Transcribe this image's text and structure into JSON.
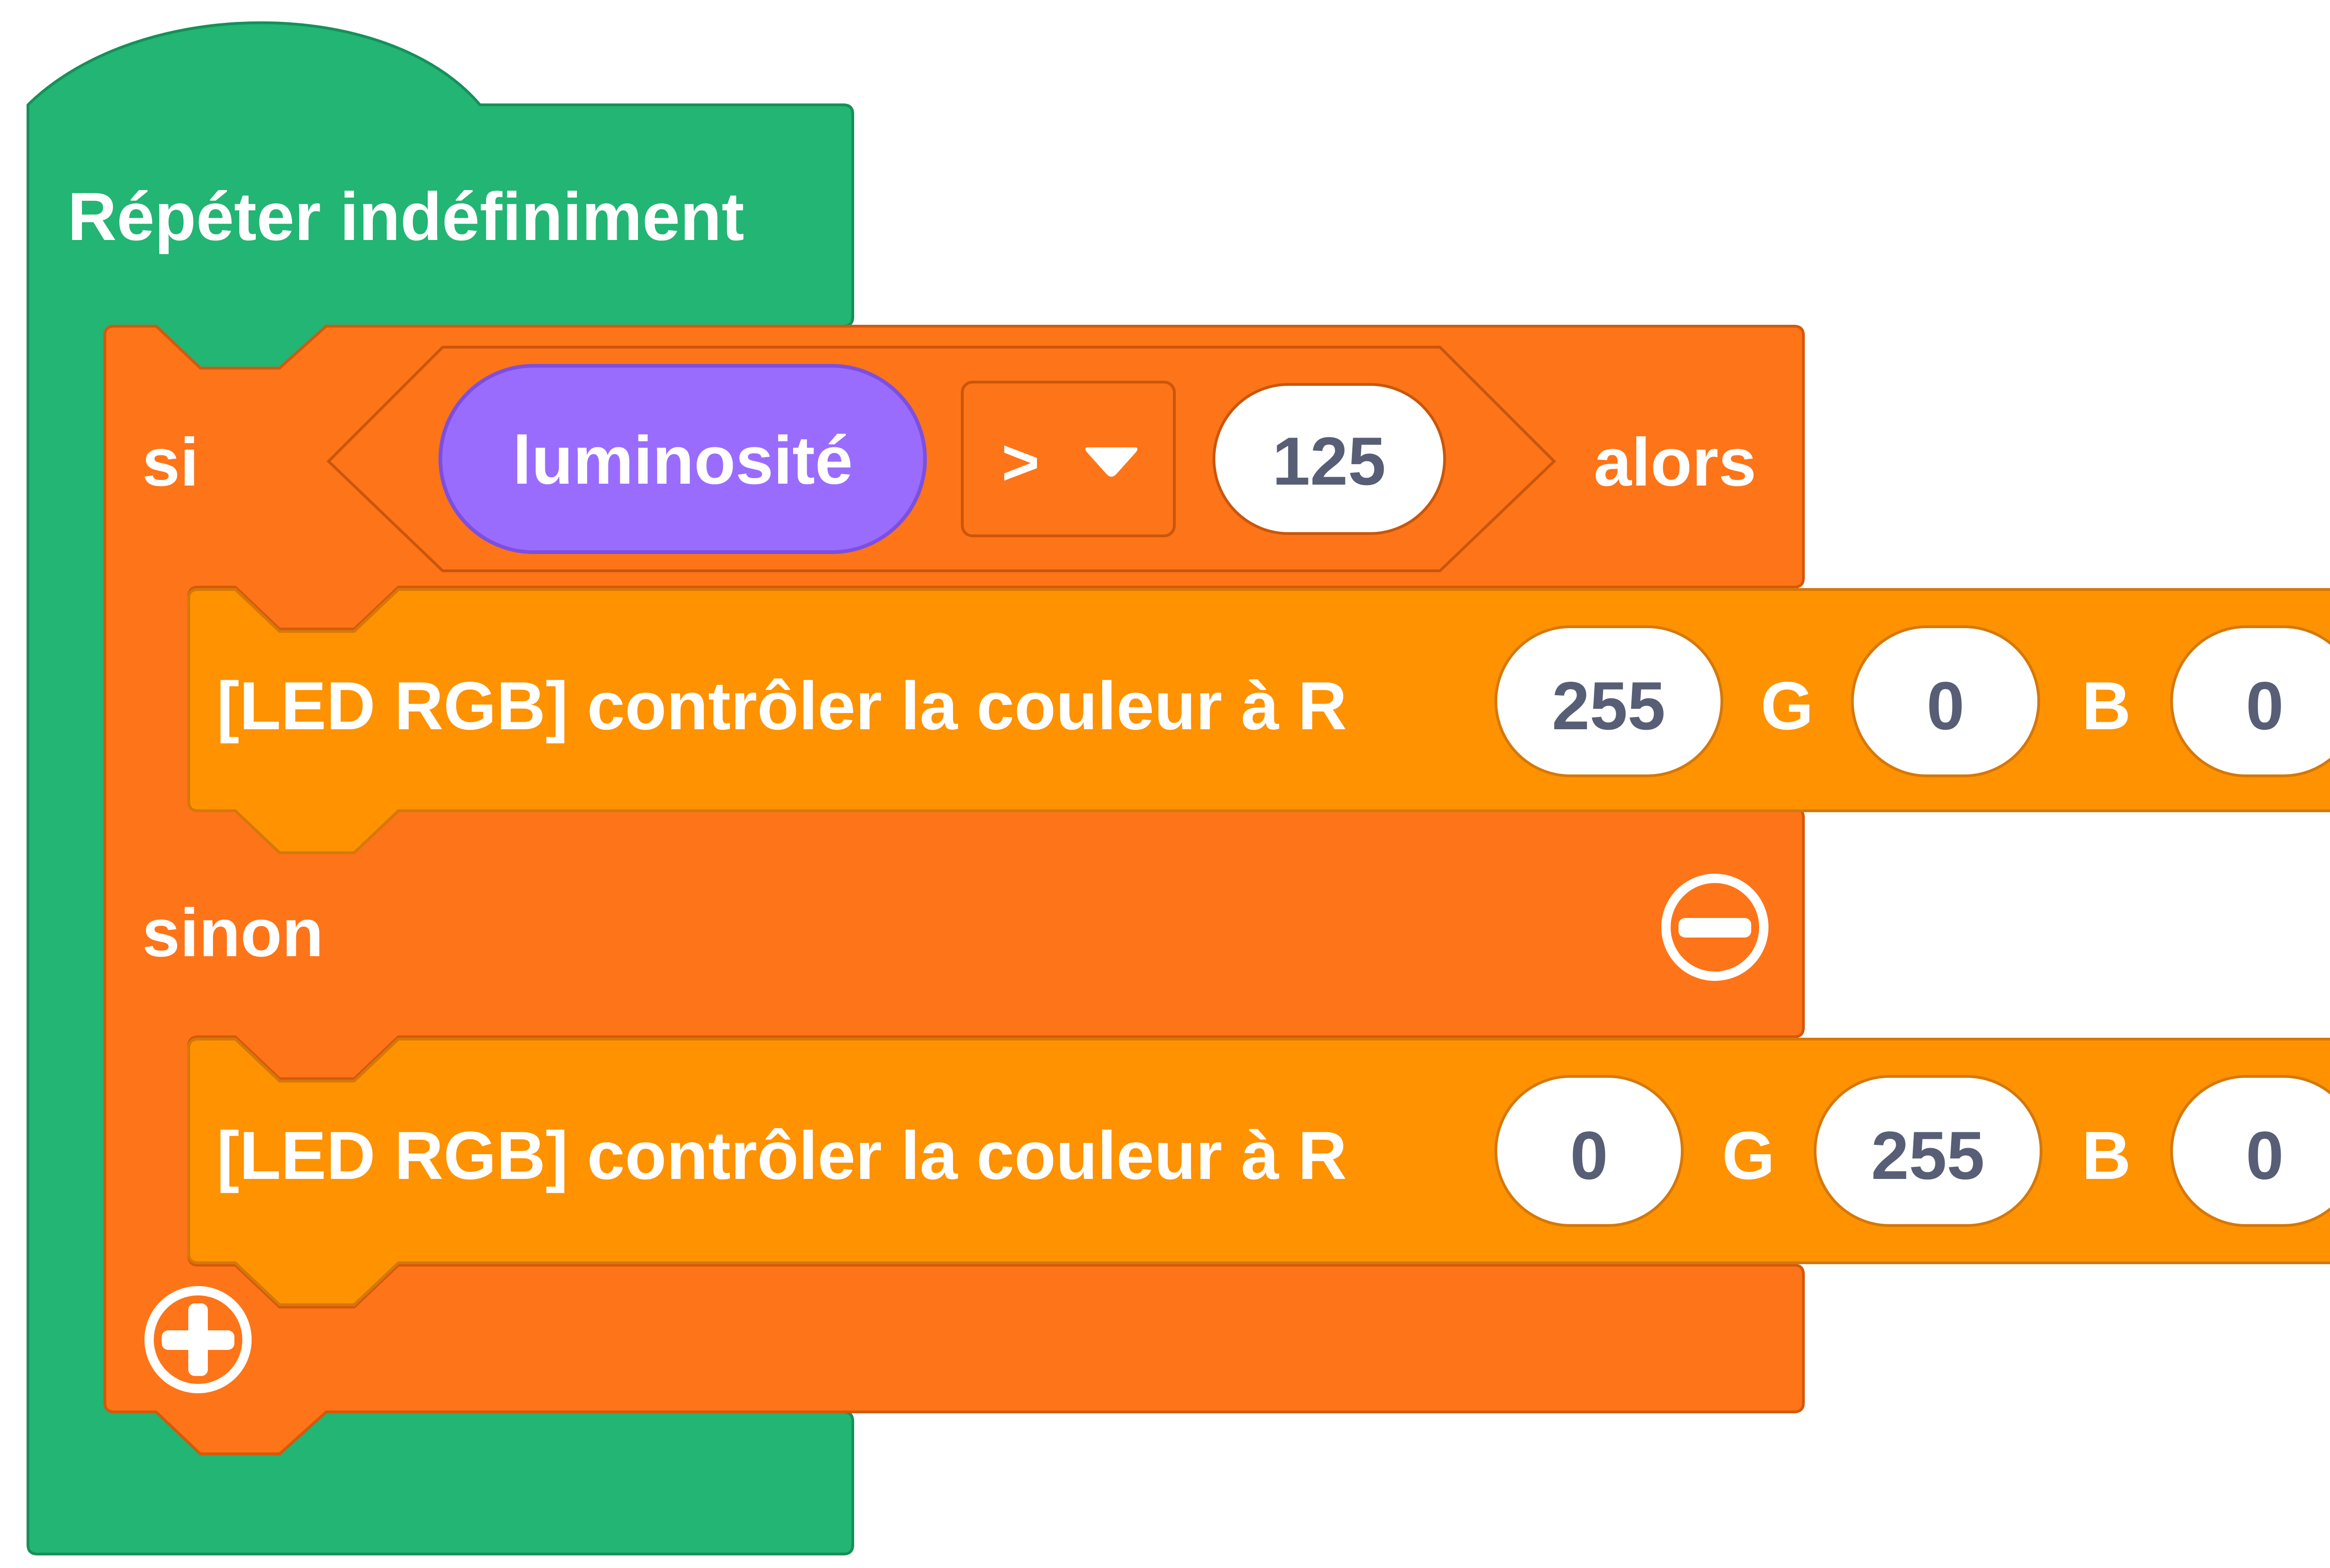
{
  "colors": {
    "forever": "#22b573",
    "forever_border": "#16905a",
    "if_else": "#fe7418",
    "if_else_border": "#d4590c",
    "led": "#fe9200",
    "led_border": "#d5780a",
    "sensor": "#9a6cfe",
    "sensor_border": "#7c4fe0",
    "field_text": "#575e75"
  },
  "forever_block": {
    "label": "Répéter indéfiniment"
  },
  "if_else_block": {
    "if_label": "si",
    "then_label": "alors",
    "else_label": "sinon",
    "remove_else_icon": "minus-circle-icon",
    "add_branch_icon": "plus-circle-icon",
    "condition": {
      "sensor_label": "luminosité",
      "operator": ">",
      "operator_icon": "dropdown-triangle-icon",
      "value": "125"
    }
  },
  "led_blocks": [
    {
      "label": "[LED RGB] contrôler la couleur à R",
      "r": "255",
      "g_label": "G",
      "g": "0",
      "b_label": "B",
      "b": "0"
    },
    {
      "label": "[LED RGB] contrôler la couleur à R",
      "r": "0",
      "g_label": "G",
      "g": "255",
      "b_label": "B",
      "b": "0"
    }
  ]
}
